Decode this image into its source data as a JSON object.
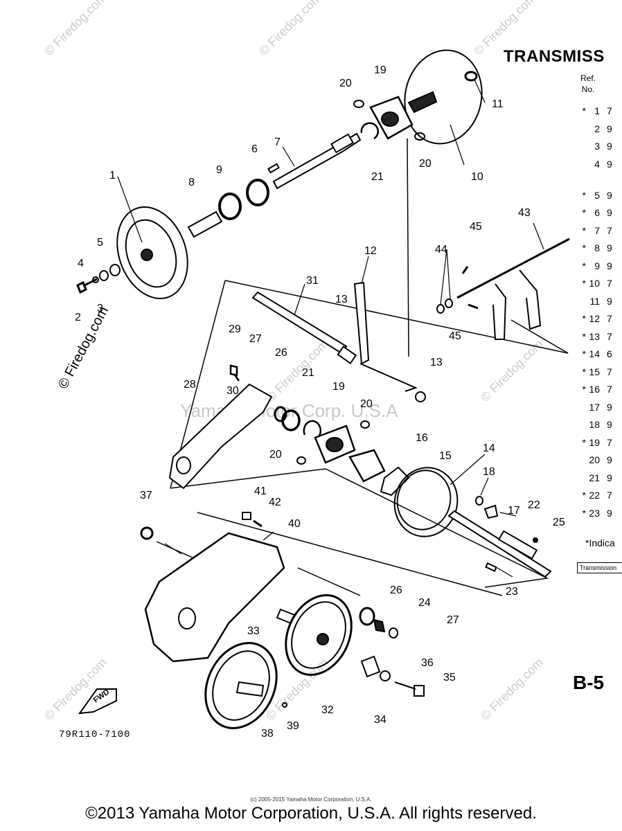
{
  "header": {
    "title": "TRANSMISS",
    "ref_label": "Ref.",
    "no_label": "No."
  },
  "ref_table": [
    {
      "star": "*",
      "num": "1",
      "part": "7"
    },
    {
      "star": "",
      "num": "2",
      "part": "9"
    },
    {
      "star": "",
      "num": "3",
      "part": "9"
    },
    {
      "star": "",
      "num": "4",
      "part": "9"
    },
    {
      "star": "*",
      "num": "5",
      "part": "9"
    },
    {
      "star": "*",
      "num": "6",
      "part": "9"
    },
    {
      "star": "*",
      "num": "7",
      "part": "7"
    },
    {
      "star": "*",
      "num": "8",
      "part": "9"
    },
    {
      "star": "*",
      "num": "9",
      "part": "9"
    },
    {
      "star": "*",
      "num": "10",
      "part": "7"
    },
    {
      "star": "",
      "num": "11",
      "part": "9"
    },
    {
      "star": "*",
      "num": "12",
      "part": "7"
    },
    {
      "star": "*",
      "num": "13",
      "part": "7"
    },
    {
      "star": "*",
      "num": "14",
      "part": "6"
    },
    {
      "star": "*",
      "num": "15",
      "part": "7"
    },
    {
      "star": "*",
      "num": "16",
      "part": "7"
    },
    {
      "star": "",
      "num": "17",
      "part": "9"
    },
    {
      "star": "",
      "num": "18",
      "part": "9"
    },
    {
      "star": "*",
      "num": "19",
      "part": "7"
    },
    {
      "star": "",
      "num": "20",
      "part": "9"
    },
    {
      "star": "",
      "num": "21",
      "part": "9"
    },
    {
      "star": "*",
      "num": "22",
      "part": "7"
    },
    {
      "star": "*",
      "num": "23",
      "part": "9"
    }
  ],
  "ref_note": "*Indica",
  "ref_box": "Transmission",
  "page_code": "B-5",
  "drawing_code": "79R110-7100",
  "fwd_label": "FWD",
  "small_copyright": "(c) 2005-2015 Yamaha Motor Corporation, U.S.A.",
  "footer": "©2013 Yamaha Motor Corporation, U.S.A. All rights reserved.",
  "watermark_center": "Yamaha Motor Corp. U.S.A",
  "watermark_side": "© Firedog.com",
  "watermark_small": "© Firedog.com",
  "callouts": {
    "c1": "1",
    "c2": "2",
    "c3": "3",
    "c4": "4",
    "c5": "5",
    "c6": "6",
    "c7": "7",
    "c8": "8",
    "c9": "9",
    "c10": "10",
    "c11": "11",
    "c12": "12",
    "c13a": "13",
    "c13b": "13",
    "c14": "14",
    "c15": "15",
    "c16": "16",
    "c17": "17",
    "c18": "18",
    "c19a": "19",
    "c19b": "19",
    "c20a": "20",
    "c20b": "20",
    "c20c": "20",
    "c20d": "20",
    "c21a": "21",
    "c21b": "21",
    "c22": "22",
    "c23": "23",
    "c24": "24",
    "c25": "25",
    "c26a": "26",
    "c26b": "26",
    "c27a": "27",
    "c27b": "27",
    "c28": "28",
    "c29": "29",
    "c30": "30",
    "c31": "31",
    "c32": "32",
    "c33": "33",
    "c34": "34",
    "c35": "35",
    "c36": "36",
    "c37": "37",
    "c38": "38",
    "c39": "39",
    "c40": "40",
    "c41": "41",
    "c42": "42",
    "c43": "43",
    "c44": "44",
    "c45a": "45",
    "c45b": "45"
  }
}
